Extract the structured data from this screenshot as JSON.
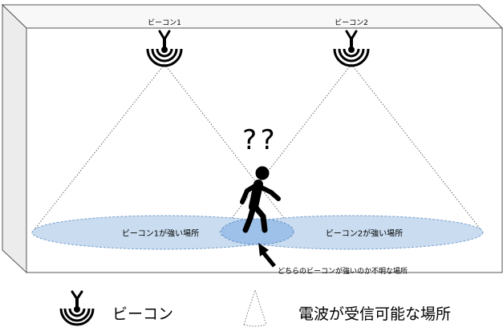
{
  "beacon1": {
    "label": "ビーコン1"
  },
  "beacon2": {
    "label": "ビーコン2"
  },
  "zone1": {
    "label": "ビーコン1が強い場所"
  },
  "zone2": {
    "label": "ビーコン2が強い場所"
  },
  "question": {
    "text": "??"
  },
  "unknown_area": {
    "label": "どちらのビーコンが強いのか不明な場所"
  },
  "legend": {
    "beacon_label": "ビーコン",
    "range_label": "電波が受信可能な場所"
  },
  "colors": {
    "zone_fill": "#c9dcf0",
    "zone_stroke": "#7aa2cf",
    "overlap_fill": "#9dc1e8",
    "wall_fill": "#ececec",
    "line": "#555555"
  }
}
